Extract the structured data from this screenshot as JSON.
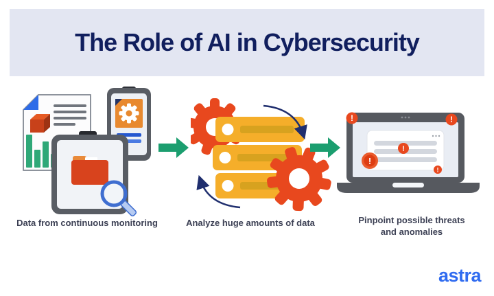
{
  "title": "The Role of AI in Cybersecurity",
  "steps": [
    {
      "caption": "Data from continuous monitoring",
      "icon": "monitoring-devices-icon"
    },
    {
      "caption": "Analyze huge amounts of data",
      "icon": "servers-and-gears-icon"
    },
    {
      "caption": "Pinpoint possible threats\nand anomalies",
      "icon": "laptop-alerts-icon"
    }
  ],
  "brand": {
    "logo_text": "astra"
  },
  "colors": {
    "banner_bg": "#e3e6f2",
    "title_text": "#111f5e",
    "caption_text": "#3c4054",
    "flow_arrow_green": "#1b9e6f",
    "gear_orange_red": "#e8481e",
    "server_yellow": "#f5ae2a",
    "alert_badge": "#e8481e",
    "device_frame_gray": "#595d64",
    "chart_bar_green": "#2fa878",
    "logo_blue": "#2f6bf0",
    "cycle_arrow_navy": "#1f2e6e"
  }
}
